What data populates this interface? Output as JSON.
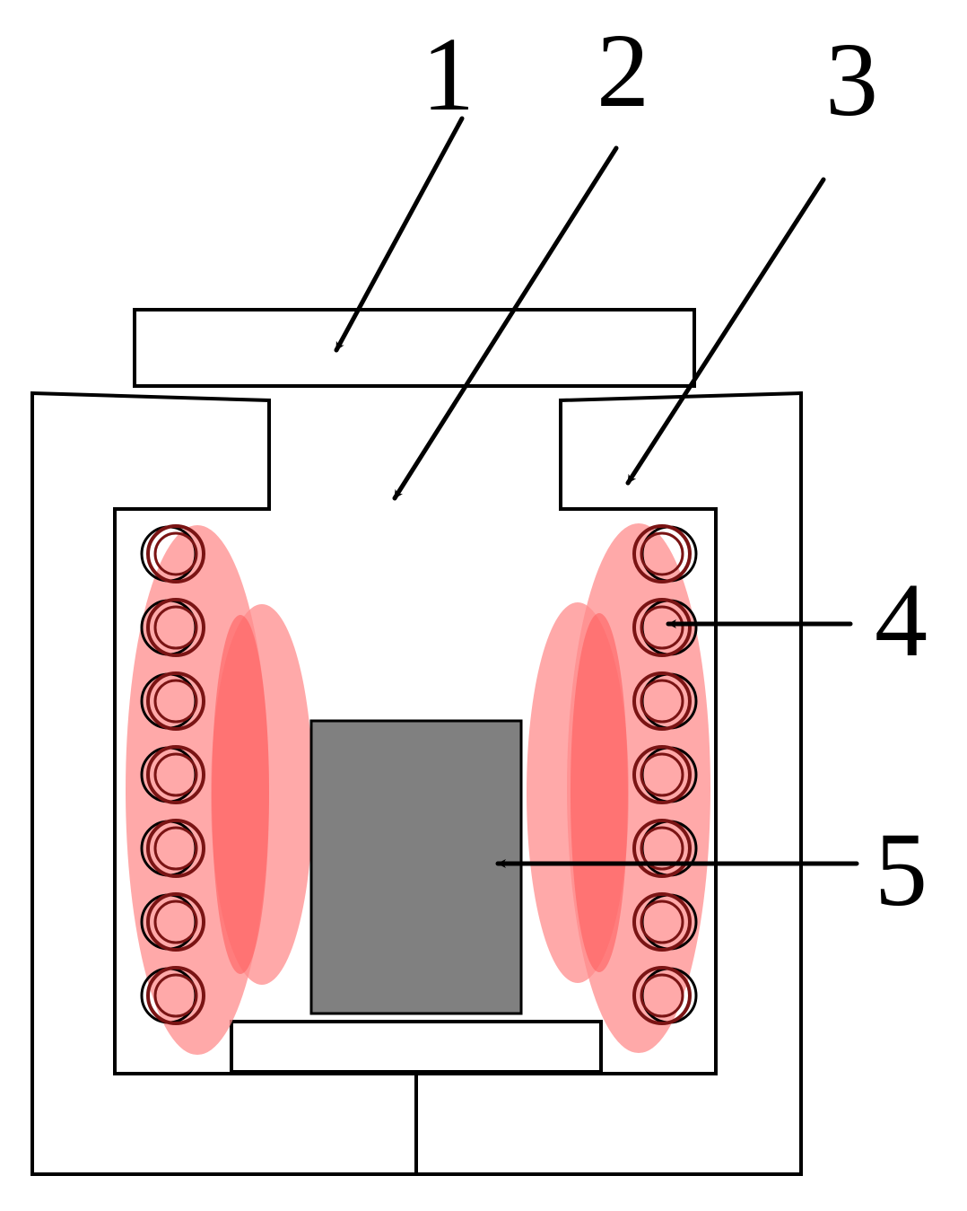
{
  "labels": {
    "l1": "1",
    "l2": "2",
    "l3": "3",
    "l4": "4",
    "l5": "5"
  },
  "colors": {
    "stroke": "#000000",
    "glow_light": "#ff8c8c",
    "glow_strong": "#ff5a5a",
    "coil_ring": "#7a1414",
    "sample": "#808080",
    "background": "#ffffff"
  },
  "coils": {
    "per_side": 7
  }
}
